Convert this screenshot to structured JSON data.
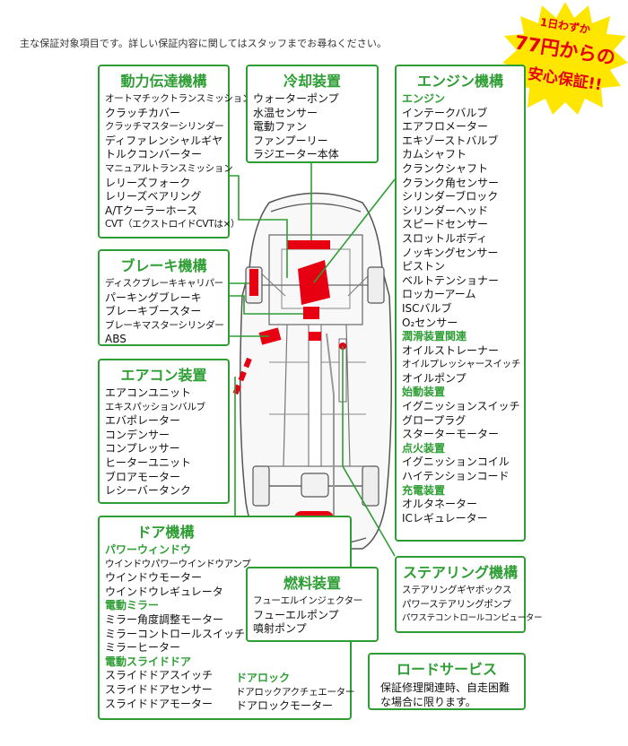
{
  "intro": "主な保証対象項目です。詳しい保証内容に関してはスタッフまでお尋ねください。",
  "badge": {
    "line1": "1日わずか",
    "line2": "77円からの",
    "line3": "安心保証!!"
  },
  "colors": {
    "accent": "#2e9e34",
    "red": "#e60012",
    "badge": "#ffe600"
  },
  "boxes": {
    "drivetrain": {
      "title": "動力伝達機構",
      "items": [
        "オートマチックトランスミッション",
        "クラッチカバー",
        "クラッチマスターシリンダー",
        "ディファレンシャルギヤ",
        "トルクコンバーター",
        "マニュアルトランスミッション",
        "レリーズフォーク",
        "レリーズベアリング",
        "A/Tクーラーホース",
        "CVT（エクストロイドCVTは×）"
      ]
    },
    "cooling": {
      "title": "冷却装置",
      "items": [
        "ウォーターポンプ",
        "水温センサー",
        "電動ファン",
        "ファンプーリー",
        "ラジエーター本体"
      ]
    },
    "engine": {
      "title": "エンジン機構",
      "sub_engine": "エンジン",
      "engine_items": [
        "インテークバルブ",
        "エアフロメーター",
        "エキゾーストバルブ",
        "カムシャフト",
        "クランクシャフト",
        "クランク角センサー",
        "シリンダーブロック",
        "シリンダーヘッド",
        "スピードセンサー",
        "スロットルボディ",
        "ノッキングセンサー",
        "ピストン",
        "ベルトテンショナー",
        "ロッカーアーム",
        "ISCバルブ",
        "O₂センサー"
      ],
      "sub_lube": "潤滑装置関連",
      "lube_items": [
        "オイルストレーナー",
        "オイルプレッシャースイッチ",
        "オイルポンプ"
      ],
      "sub_start": "始動装置",
      "start_items": [
        "イグニッションスイッチ",
        "グロープラグ",
        "スターターモーター"
      ],
      "sub_ignition": "点火装置",
      "ignition_items": [
        "イグニッションコイル",
        "ハイテンションコード"
      ],
      "sub_charge": "充電装置",
      "charge_items": [
        "オルタネーター",
        "ICレギュレーター"
      ]
    },
    "brake": {
      "title": "ブレーキ機構",
      "items": [
        "ディスクブレーキキャリパー",
        "パーキングブレーキ",
        "ブレーキブースター",
        "ブレーキマスターシリンダー",
        "ABS"
      ]
    },
    "aircon": {
      "title": "エアコン装置",
      "items": [
        "エアコンユニット",
        "エキスパッションバルブ",
        "エバポレーター",
        "コンデンサー",
        "コンプレッサー",
        "ヒーターユニット",
        "ブロアモーター",
        "レシーバータンク"
      ]
    },
    "door": {
      "title": "ドア機構",
      "sub_window": "パワーウィンドウ",
      "window_items": [
        "ウインドウパワーウインドウアンプ",
        "ウインドウモーター",
        "ウインドウレギュレータ"
      ],
      "sub_mirror": "電動ミラー",
      "mirror_items": [
        "ミラー角度調整モーター",
        "ミラーコントロールスイッチ",
        "ミラーヒーター"
      ],
      "sub_slide": "電動スライドドア",
      "slide_items": [
        "スライドドアスイッチ",
        "スライドドアセンサー",
        "スライドドアモーター"
      ],
      "sub_lock": "ドアロック",
      "lock_items": [
        "ドアロックアクチェエーター",
        "ドアロックモーター"
      ]
    },
    "fuel": {
      "title": "燃料装置",
      "items": [
        "フューエルインジェクター",
        "フューエルポンプ",
        "噴射ポンプ"
      ]
    },
    "steering": {
      "title": "ステアリング機構",
      "items": [
        "ステアリングギヤボックス",
        "パワーステアリングポンプ",
        "パワステコントロールコンピューター"
      ]
    },
    "road": {
      "title": "ロードサービス",
      "text1": "保証修理関連時、自走困難",
      "text2": "な場合に限ります。"
    }
  }
}
